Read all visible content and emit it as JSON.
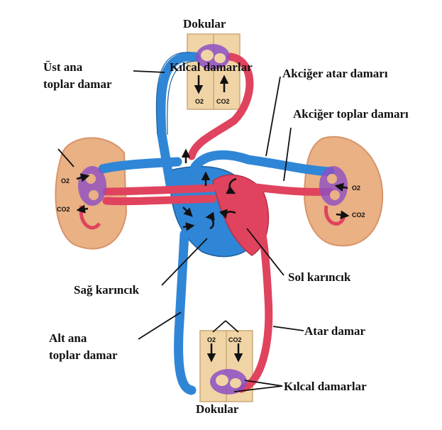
{
  "labels": {
    "tissue_top": "Dokular",
    "capillaries_top": "Kılcal damarlar",
    "superior_vena_cava_line1": "Üst ana",
    "superior_vena_cava_line2": "toplar damar",
    "pulmonary_artery": "Akciğer atar damarı",
    "pulmonary_vein": "Akciğer toplar damarı",
    "right_ventricle": "Sağ karıncık",
    "left_ventricle": "Sol karıncık",
    "inferior_vena_cava_line1": "Alt ana",
    "inferior_vena_cava_line2": "toplar damar",
    "artery": "Atar damar",
    "capillaries_bottom": "Kılcal damarlar",
    "tissue_bottom": "Dokular"
  },
  "gases": {
    "o2": "O2",
    "co2": "CO2"
  },
  "colors": {
    "venous_blue": "#2f86d6",
    "arterial_red": "#e0435e",
    "lung_tan": "#e9b184",
    "tissue_tan": "#f1d4a5",
    "capillary_purple": "#8d4fc4"
  }
}
